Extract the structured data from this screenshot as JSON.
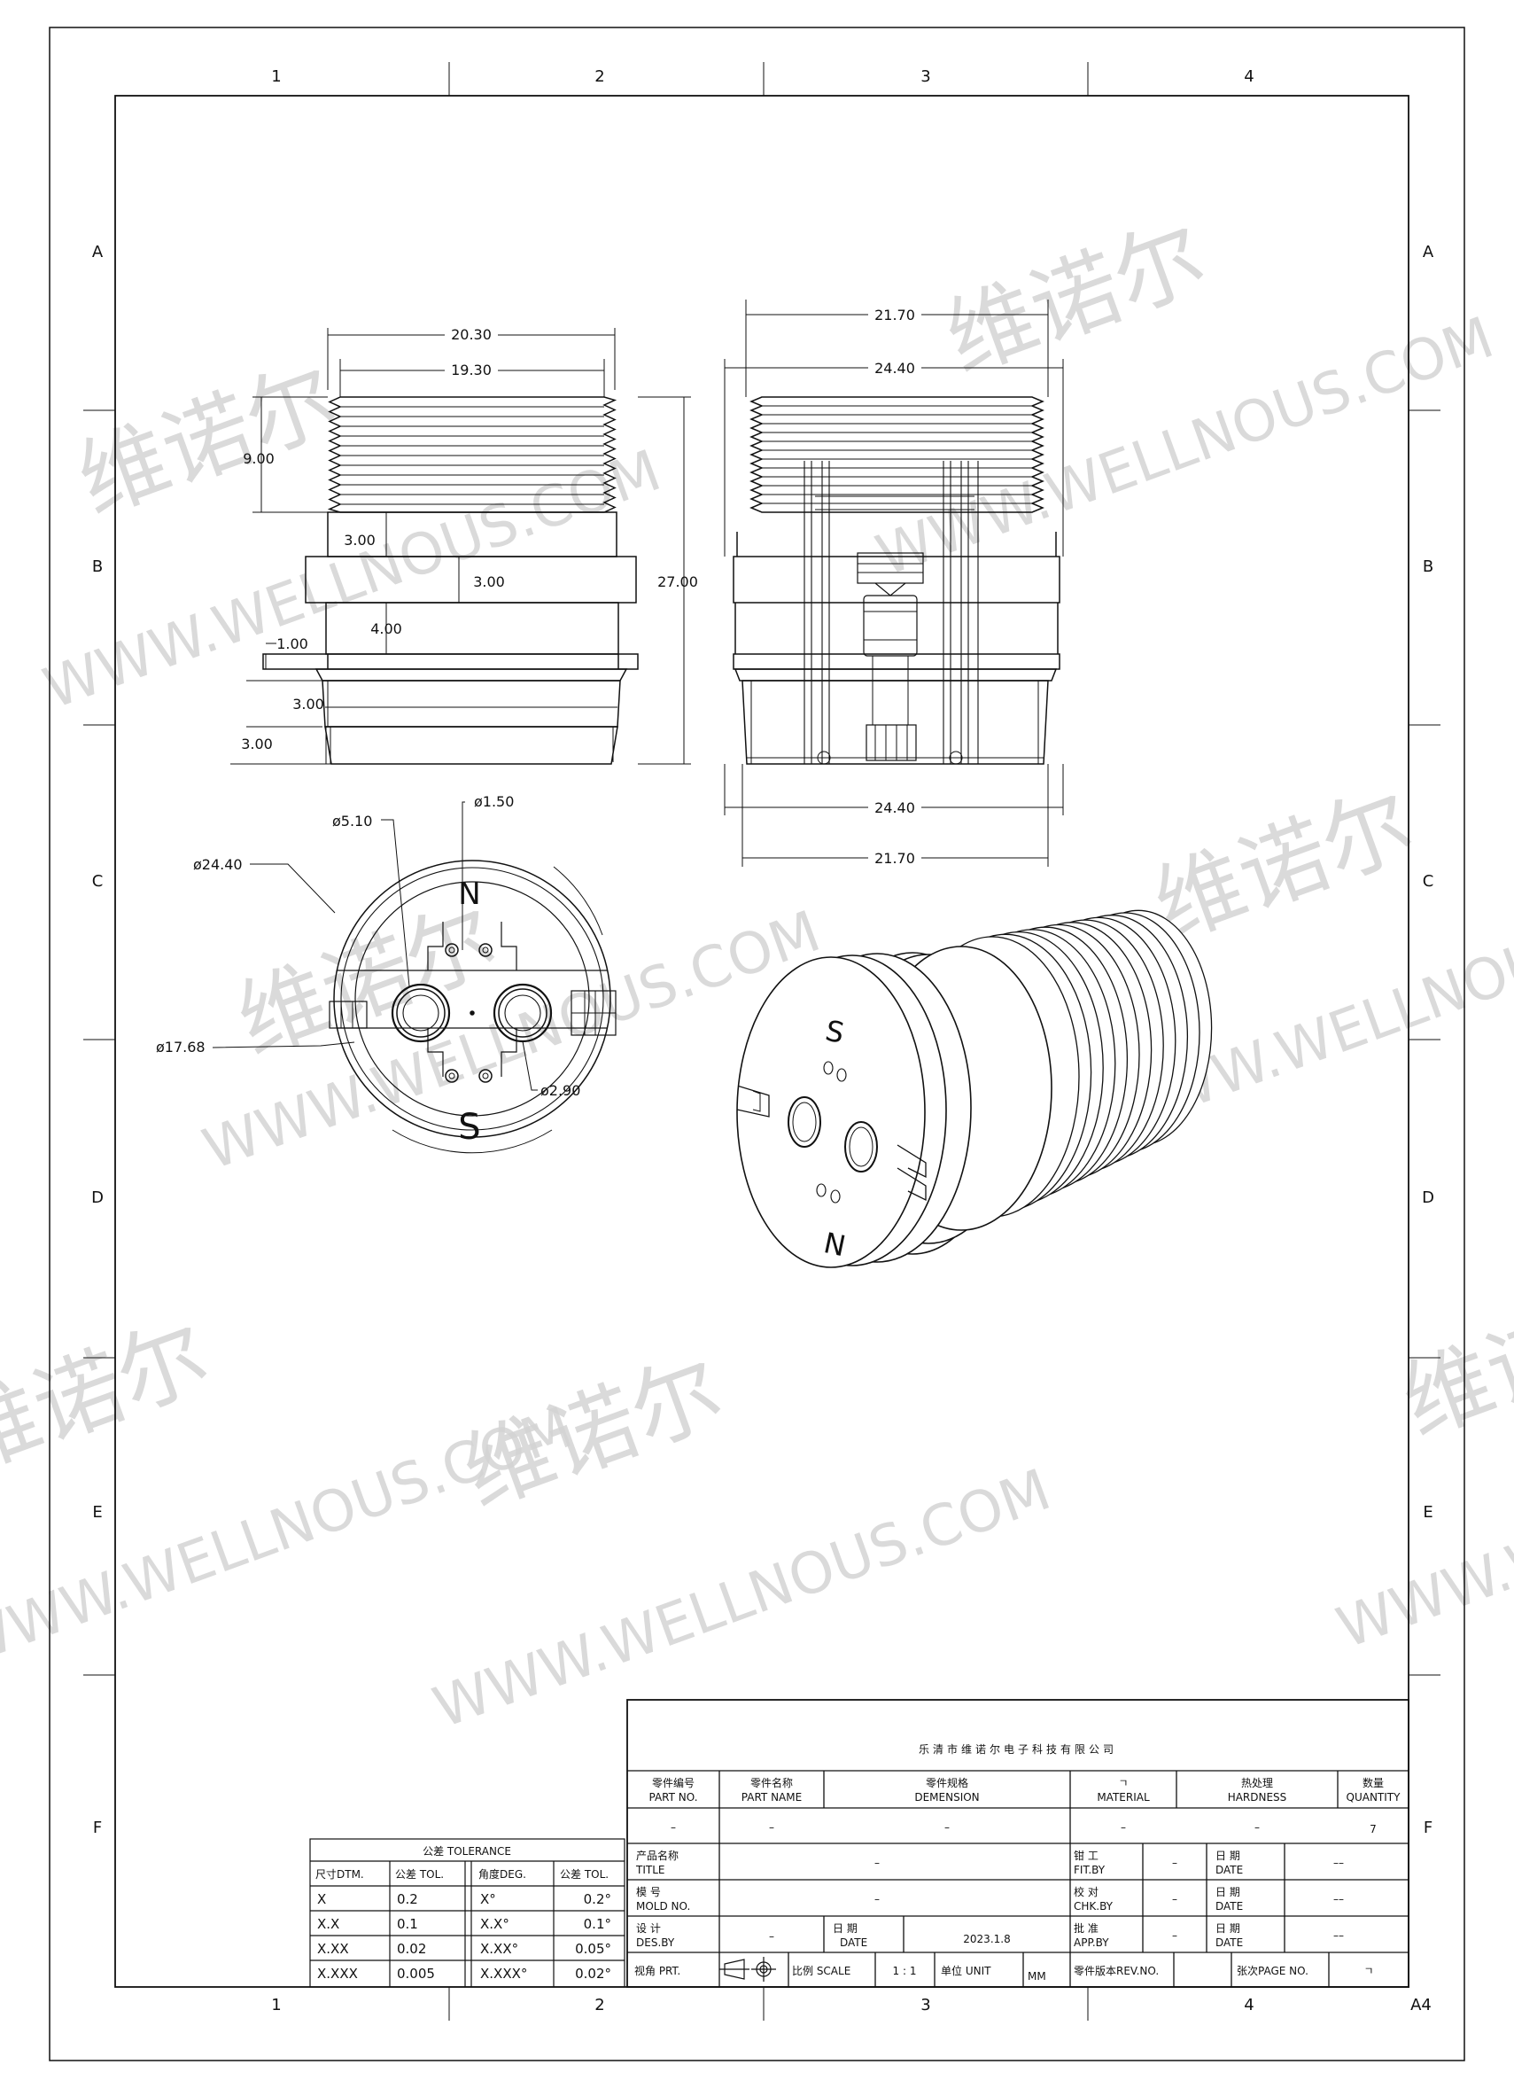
{
  "sheet": {
    "col_labels": [
      "1",
      "2",
      "3",
      "4"
    ],
    "row_labels": [
      "A",
      "B",
      "C",
      "D",
      "E",
      "F"
    ],
    "size": "A4"
  },
  "watermark": {
    "cn": "维诺尔",
    "url": "WWW.WELLNOUS.COM"
  },
  "views": {
    "side": {
      "dims": {
        "w_outer": "20.30",
        "w_inner": "19.30",
        "thread_h": "9.00",
        "band1": "3.00",
        "band2": "3.00",
        "gap": "4.00",
        "lip": "1.00",
        "step1": "3.00",
        "step2": "3.00",
        "total_h": "27.00"
      }
    },
    "section": {
      "dims": {
        "top_inner": "21.70",
        "top_outer": "24.40",
        "bot_outer": "24.40",
        "bot_inner": "21.70"
      }
    },
    "end": {
      "dims": {
        "d_outer": "ø24.40",
        "d_body": "ø17.68",
        "d_pin": "ø5.10",
        "d_hole": "ø1.50",
        "d_contact": "ø2.90"
      },
      "marks": {
        "north": "N",
        "south": "S"
      }
    },
    "iso": {
      "marks": {
        "north": "N",
        "south": "S"
      }
    }
  },
  "tolerance": {
    "title": "公差 TOLERANCE",
    "headers": [
      "尺寸DTM.",
      "公差 TOL.",
      "角度DEG.",
      "公差 TOL."
    ],
    "rows": [
      [
        "X",
        "0.2",
        "X°",
        "0.2°"
      ],
      [
        "X.X",
        "0.1",
        "X.X°",
        "0.1°"
      ],
      [
        "X.XX",
        "0.02",
        "X.XX°",
        "0.05°"
      ],
      [
        "X.XXX",
        "0.005",
        "X.XXX°",
        "0.02°"
      ]
    ]
  },
  "title_block": {
    "company": "乐清市维诺尔电子科技有限公司",
    "part_no": {
      "cn": "零件编号",
      "en": "PART NO.",
      "value": "–"
    },
    "part_name": {
      "cn": "零件名称",
      "en": "PART NAME",
      "value": "–"
    },
    "dimension": {
      "cn": "零件规格",
      "en": "DEMENSION",
      "value": "–"
    },
    "material": {
      "cn": "ㄱ",
      "en": "MATERIAL",
      "value": "–"
    },
    "hardness": {
      "cn": "热处理",
      "en": "HARDNESS",
      "value": "–"
    },
    "quantity": {
      "cn": "数量",
      "en": "QUANTITY",
      "value": "7"
    },
    "title": {
      "cn": "产品名称",
      "en": "TITLE",
      "value": "–"
    },
    "mold_no": {
      "cn": "模 号",
      "en": "MOLD NO.",
      "value": "–"
    },
    "designer": {
      "cn": "设 计",
      "en": "DES.BY",
      "value": "–"
    },
    "date": {
      "cn": "日 期",
      "en": "DATE",
      "value": "2023.1.8"
    },
    "fit_by": {
      "cn": "钳 工",
      "en": "FIT.BY",
      "value": "–"
    },
    "chk_by": {
      "cn": "校 对",
      "en": "CHK.BY",
      "value": "–"
    },
    "app_by": {
      "cn": "批 准",
      "en": "APP.BY",
      "value": "–"
    },
    "date_label": {
      "cn": "日 期",
      "en": "DATE",
      "value": "––"
    },
    "view_label": "视角 PRT.",
    "scale": {
      "label": "比例 SCALE",
      "value": "1 : 1"
    },
    "unit": {
      "label": "单位 UNIT",
      "value": "MM"
    },
    "rev": {
      "label": "零件版本REV.NO."
    },
    "page": {
      "label": "张次PAGE NO.",
      "value": "ㄱ"
    }
  }
}
